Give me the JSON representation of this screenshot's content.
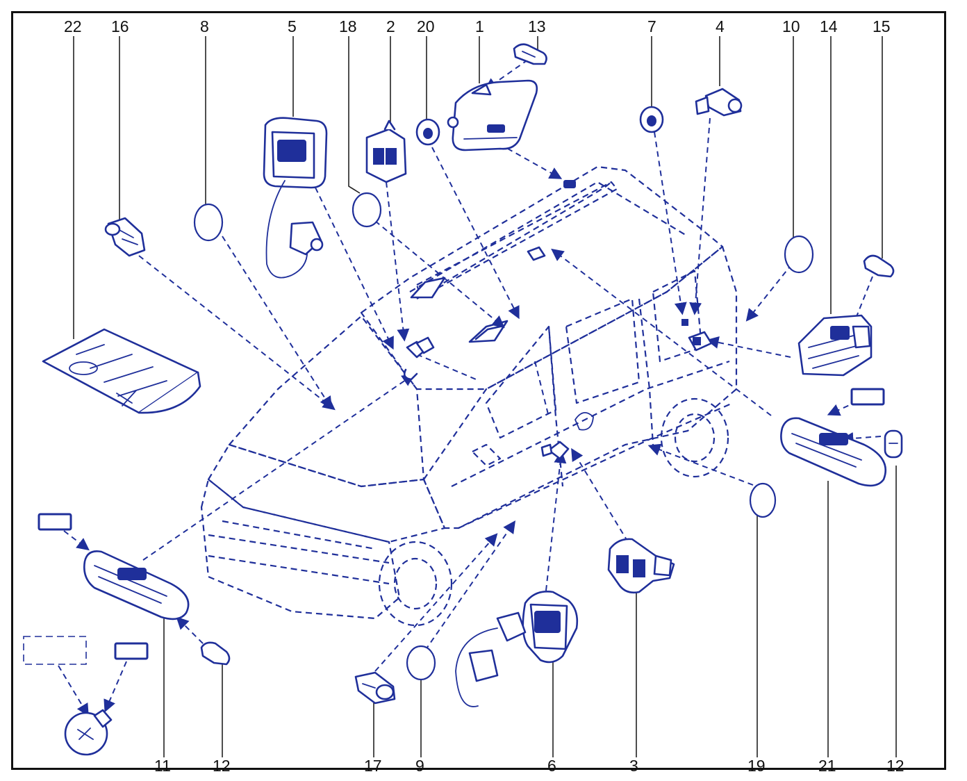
{
  "diagram": {
    "ink_color": "#1f2f9a",
    "callouts": [
      "22",
      "16",
      "8",
      "5",
      "18",
      "2",
      "20",
      "1",
      "13",
      "7",
      "4",
      "10",
      "14",
      "15",
      "11",
      "12",
      "17",
      "9",
      "6",
      "3",
      "19",
      "21",
      "12"
    ]
  }
}
